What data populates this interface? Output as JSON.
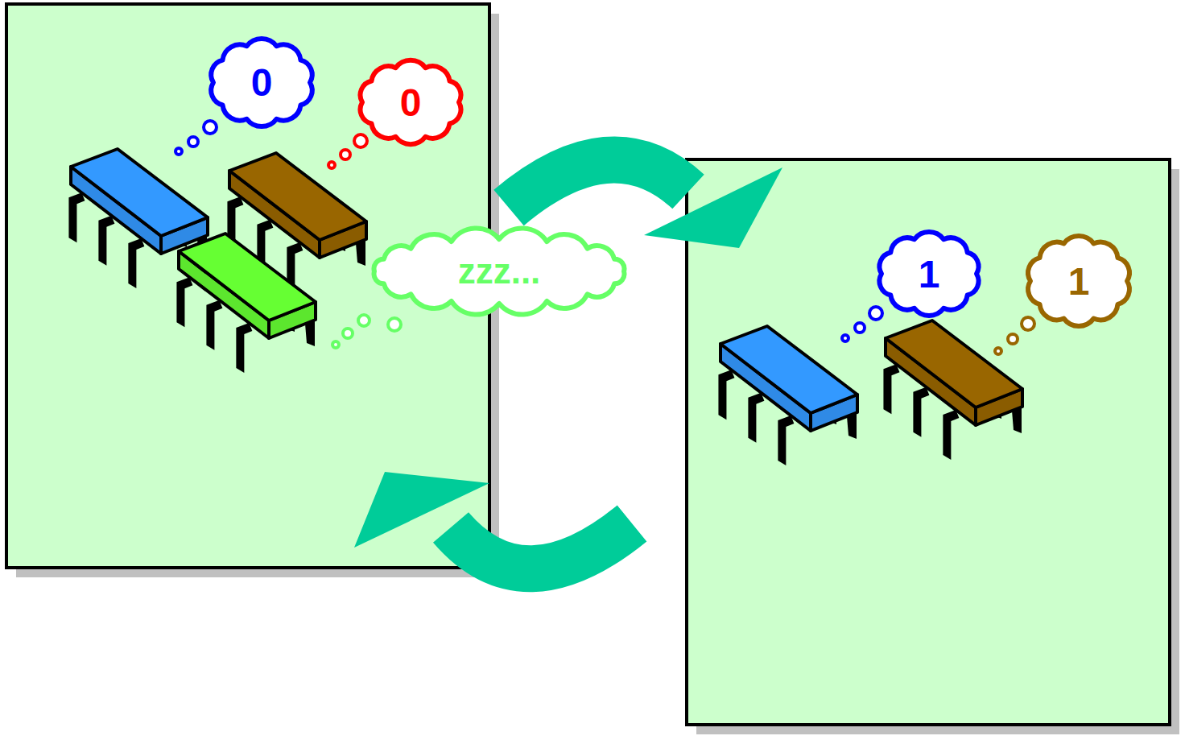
{
  "diagram": {
    "nodes": [
      {
        "text": [
          "0"
        ]
      },
      {
        "text": [
          "0"
        ]
      },
      {
        "text": [
          "zzz..."
        ]
      },
      {
        "text": [
          "1"
        ]
      },
      {
        "text": [
          "1"
        ]
      }
    ]
  }
}
